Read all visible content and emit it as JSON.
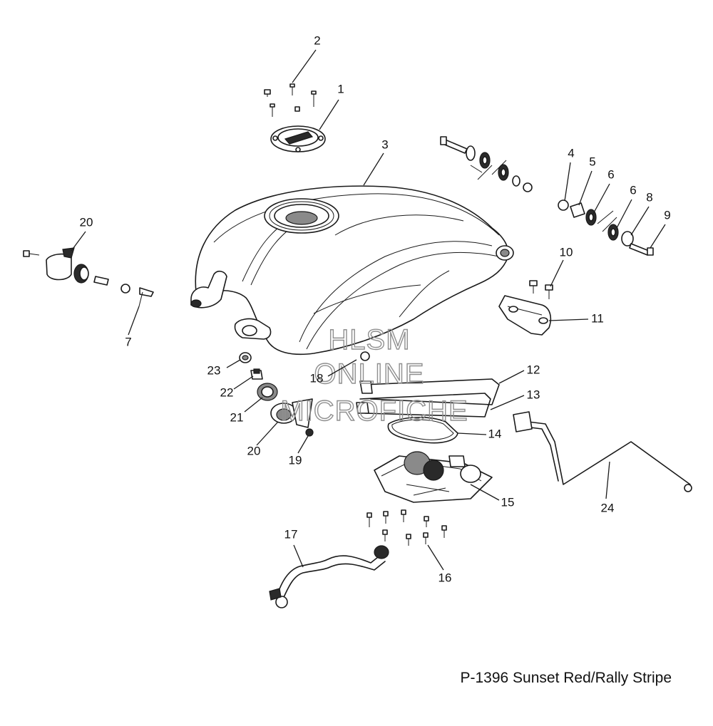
{
  "callouts": [
    {
      "id": "c1",
      "label": "1"
    },
    {
      "id": "c2",
      "label": "2"
    },
    {
      "id": "c3",
      "label": "3"
    },
    {
      "id": "c4",
      "label": "4"
    },
    {
      "id": "c5",
      "label": "5"
    },
    {
      "id": "c6a",
      "label": "6"
    },
    {
      "id": "c6b",
      "label": "6"
    },
    {
      "id": "c7",
      "label": "7"
    },
    {
      "id": "c8",
      "label": "8"
    },
    {
      "id": "c9",
      "label": "9"
    },
    {
      "id": "c10",
      "label": "10"
    },
    {
      "id": "c11",
      "label": "11"
    },
    {
      "id": "c12",
      "label": "12"
    },
    {
      "id": "c13",
      "label": "13"
    },
    {
      "id": "c14",
      "label": "14"
    },
    {
      "id": "c15",
      "label": "15"
    },
    {
      "id": "c16",
      "label": "16"
    },
    {
      "id": "c17",
      "label": "17"
    },
    {
      "id": "c18",
      "label": "18"
    },
    {
      "id": "c19",
      "label": "19"
    },
    {
      "id": "c20a",
      "label": "20"
    },
    {
      "id": "c20b",
      "label": "20"
    },
    {
      "id": "c21",
      "label": "21"
    },
    {
      "id": "c22",
      "label": "22"
    },
    {
      "id": "c23",
      "label": "23"
    },
    {
      "id": "c24",
      "label": "24"
    }
  ],
  "watermark": {
    "line1": "HLSM",
    "line2": "ONLINE",
    "line3": "MICROFICHE"
  },
  "caption": "P-1396 Sunset Red/Rally Stripe"
}
